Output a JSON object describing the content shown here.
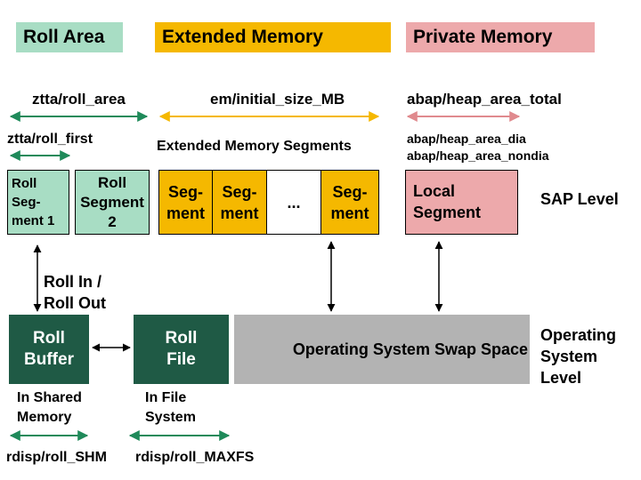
{
  "areas": {
    "roll": {
      "label": "Roll Area",
      "color": "#a8ddc4"
    },
    "extended": {
      "label": "Extended Memory",
      "color": "#f5b800"
    },
    "private": {
      "label": "Private Memory",
      "color": "#eda9ab"
    }
  },
  "params": {
    "roll_area": "ztta/roll_area",
    "em_initial": "em/initial_size_MB",
    "heap_total": "abap/heap_area_total",
    "roll_first": "ztta/roll_first",
    "em_segments": "Extended Memory Segments",
    "heap_dia": "abap/heap_area_dia",
    "heap_nondia": "abap/heap_area_nondia",
    "roll_shm": "rdisp/roll_SHM",
    "roll_maxfs": "rdisp/roll_MAXFS"
  },
  "segments": {
    "roll_seg1": [
      "Roll",
      "Seg-",
      "ment 1"
    ],
    "roll_seg2": [
      "Roll",
      "Segment",
      "2"
    ],
    "em_seg_a": [
      "Seg-",
      "ment"
    ],
    "em_seg_b": [
      "Seg-",
      "ment"
    ],
    "ellipsis": "...",
    "em_seg_c": [
      "Seg-",
      "ment"
    ],
    "local": [
      "Local",
      "Segment"
    ]
  },
  "levels": {
    "sap": "SAP Level",
    "os": [
      "Operating",
      "System",
      "Level"
    ]
  },
  "os_boxes": {
    "roll_inout": [
      "Roll In /",
      "Roll Out"
    ],
    "roll_buffer": [
      "Roll",
      "Buffer"
    ],
    "roll_file": [
      "Roll",
      "File"
    ],
    "swap": "Operating System Swap Space",
    "shared_memory": [
      "In Shared",
      "Memory"
    ],
    "file_system": [
      "In File",
      "System"
    ]
  },
  "colors": {
    "arrow_green": "#1f8a5a",
    "arrow_yellow": "#f5b800",
    "arrow_pink": "#e08a8e",
    "dark_green": "#1f5a45",
    "gray": "#b3b3b3"
  }
}
